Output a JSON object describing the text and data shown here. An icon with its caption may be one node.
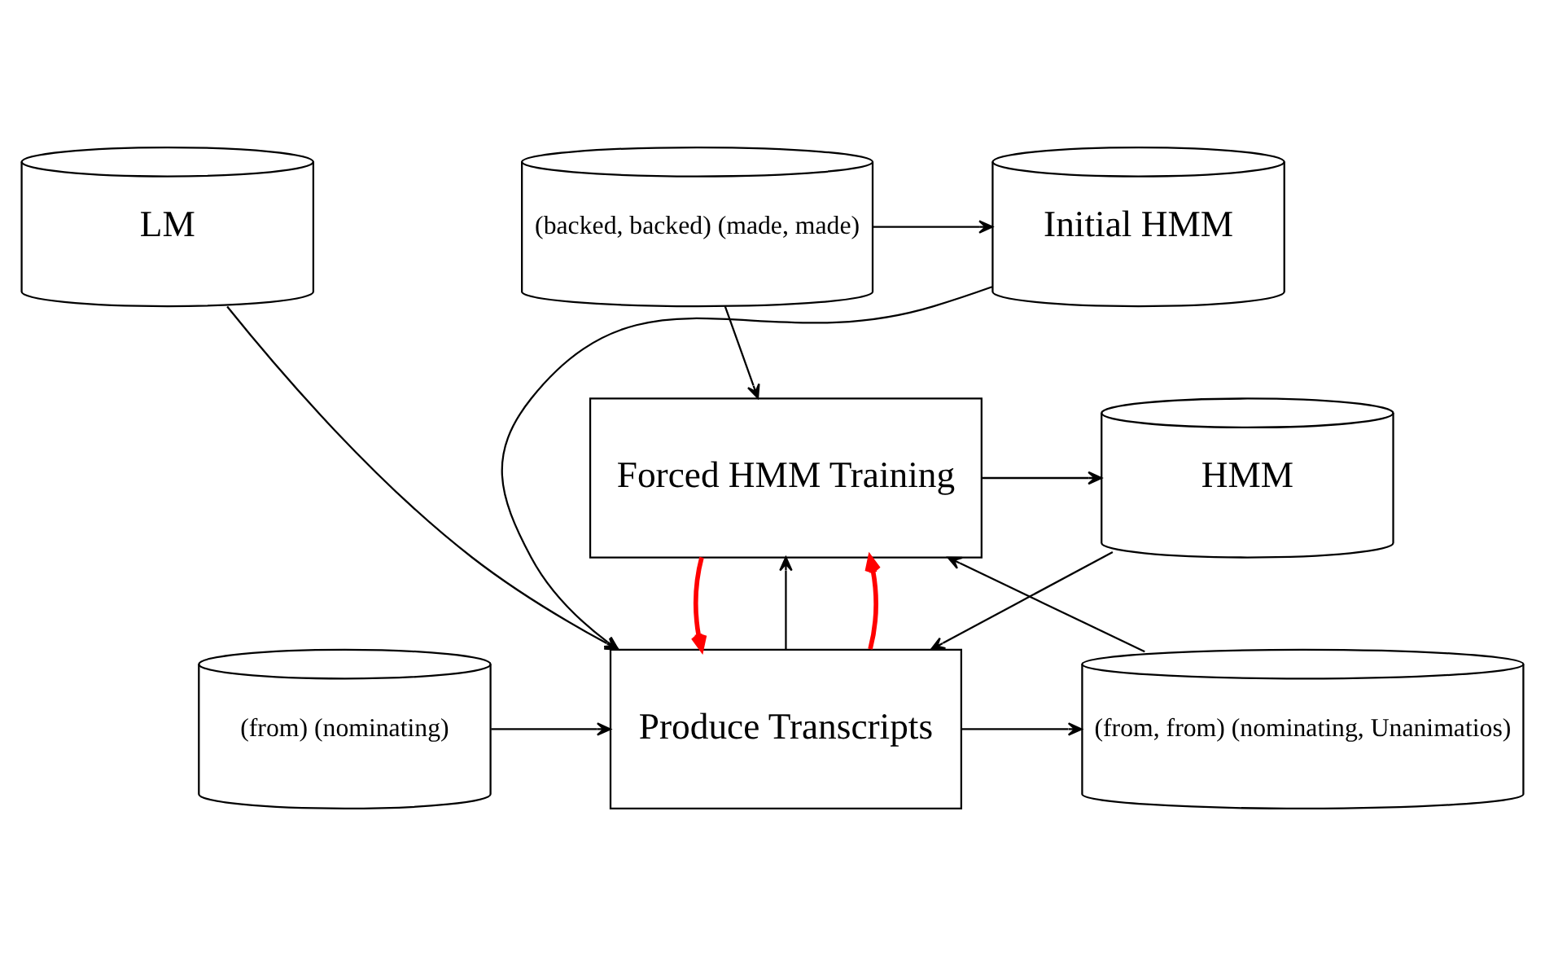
{
  "diagram": {
    "nodes": [
      {
        "text": [
          "(backed, backed) (made, made)"
        ]
      },
      {
        "text": [
          "Initial HMM"
        ]
      },
      {
        "text": [
          "LM"
        ]
      },
      {
        "text": [
          "(from, from) (nominating, Unanimatios)"
        ]
      },
      {
        "text": [
          "Produce Transcripts"
        ]
      },
      {
        "text": [
          "(from) (nominating)"
        ]
      },
      {
        "text": [
          "Forced HMM Training"
        ]
      },
      {
        "text": [
          "HMM"
        ]
      }
    ],
    "edges": [
      {
        "from": 0,
        "to": 1,
        "arrow": "to"
      },
      {
        "from": 1,
        "to": 4,
        "arrow": "to"
      },
      {
        "from": 2,
        "to": 4,
        "arrow": "to"
      },
      {
        "from": 5,
        "to": 4,
        "arrow": "to"
      },
      {
        "from": 7,
        "to": 4,
        "arrow": "to"
      },
      {
        "from": 4,
        "to": 3,
        "arrow": "to"
      },
      {
        "from": 4,
        "to": 6,
        "arrow": "to"
      },
      {
        "from": 4,
        "to": 6,
        "arrow": "to",
        "style": "thick",
        "color": "#ff0000"
      },
      {
        "from": 6,
        "to": 4,
        "arrow": "to",
        "style": "thick",
        "color": "#ff0000"
      },
      {
        "from": 6,
        "to": 7,
        "arrow": "to"
      },
      {
        "from": 0,
        "to": 6,
        "arrow": "to"
      },
      {
        "from": 3,
        "to": 6,
        "arrow": "to"
      }
    ]
  }
}
